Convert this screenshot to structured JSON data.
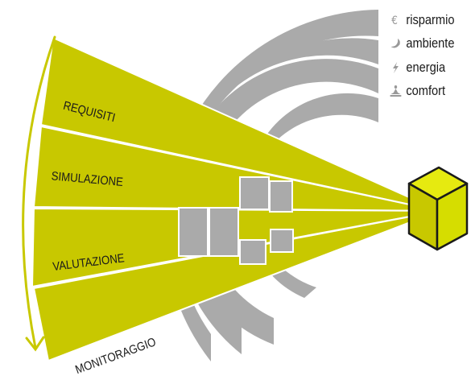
{
  "diagram": {
    "phases": [
      {
        "label": "REQUISITI"
      },
      {
        "label": "SIMULAZIONE"
      },
      {
        "label": "VALUTAZIONE"
      },
      {
        "label": "MONITORAGGIO"
      }
    ],
    "legend": [
      {
        "icon": "euro-icon",
        "label": "risparmio"
      },
      {
        "icon": "leaf-icon",
        "label": "ambiente"
      },
      {
        "icon": "lightning-icon",
        "label": "energia"
      },
      {
        "icon": "meditation-icon",
        "label": "comfort"
      }
    ],
    "colors": {
      "phase_fill": "#c8c800",
      "arc_fill": "#aaaaaa",
      "cube_fill": "#d6dd00",
      "arrow": "#c8c800"
    }
  }
}
